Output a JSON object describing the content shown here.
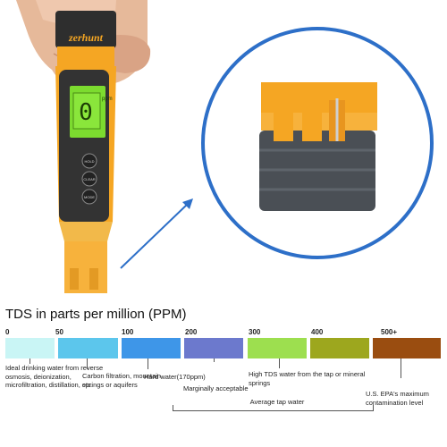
{
  "device": {
    "brand": "zerhunt",
    "display_value": "0",
    "display_unit": "ppm",
    "buttons": [
      "HOLD",
      "CLEAR",
      "MODE"
    ]
  },
  "heading": "TDS in parts per million (PPM)",
  "scale": {
    "ticks": [
      "0",
      "50",
      "100",
      "200",
      "300",
      "400",
      "500+"
    ],
    "colors": [
      "#c9f5f5",
      "#5cc6ec",
      "#3e96e8",
      "#6c79cd",
      "#9ddf4f",
      "#9da71e",
      "#9a4d10"
    ],
    "captions": {
      "ideal": "Ideal drinking water from reverse osmosis, deionization, microfiltration, distillation, etc.",
      "carbon": "Carbon filtration, mountain springs or aquifers",
      "hard": "Hard water(170ppm)",
      "marginal": "Marginally acceptable",
      "high": "High TDS water from the tap or mineral springs",
      "epa": "U.S. EPA's maximum contamination level",
      "average": "Average tap water"
    }
  }
}
